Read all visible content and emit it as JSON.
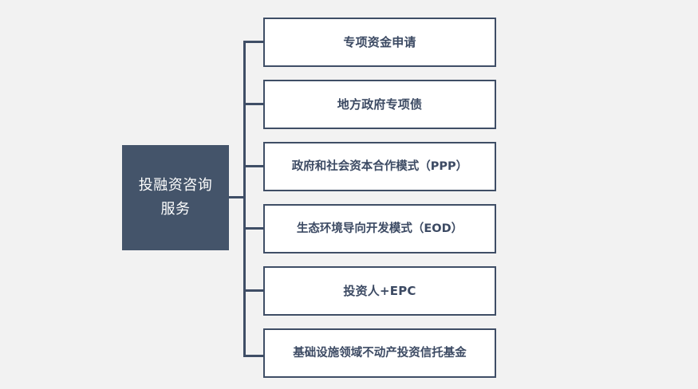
{
  "diagram": {
    "type": "horizontal-tree",
    "background_color": "#f2f2f2",
    "root": {
      "label": "投融资咨询\n服务",
      "fill_color": "#44546a",
      "text_color": "#ffffff"
    },
    "branch_style": {
      "fill_color": "#ffffff",
      "border_color": "#3f4e66",
      "text_color": "#3c4a63"
    },
    "connector_color": "#3f4e66",
    "branches": [
      {
        "label": "专项资金申请"
      },
      {
        "label": "地方政府专项债"
      },
      {
        "label": "政府和社会资本合作模式（PPP）"
      },
      {
        "label": "生态环境导向开发模式（EOD）"
      },
      {
        "label": "投资人+EPC"
      },
      {
        "label": "基础设施领域不动产投资信托基金"
      }
    ]
  }
}
